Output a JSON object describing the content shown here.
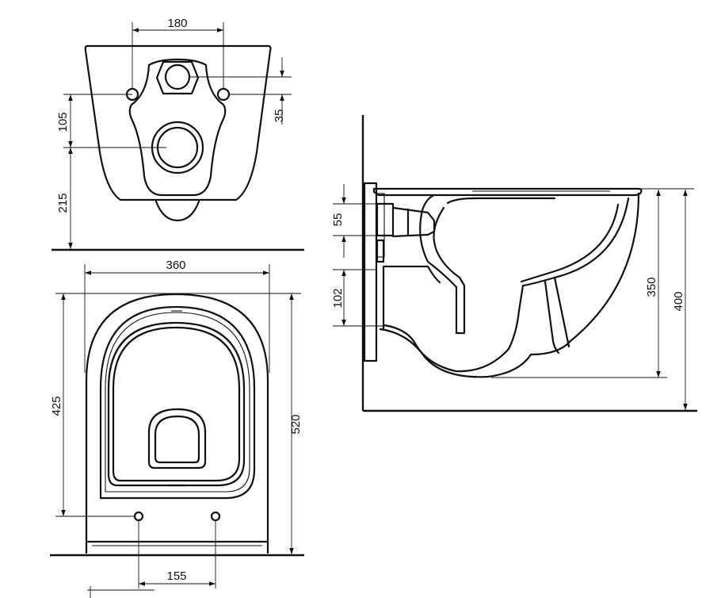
{
  "dimensions": {
    "top_view": {
      "bolt_spacing": "180",
      "outlet_from_bolts": "105",
      "outlet_height_from_floor": "215",
      "inlet_offset": "35"
    },
    "bottom_view": {
      "overall_width": "360",
      "seat_length": "425",
      "overall_length": "520",
      "bolt_spacing": "155"
    },
    "side_view": {
      "inlet_height": "55",
      "outlet_height": "102",
      "rim_height": "350",
      "overall_height": "400"
    }
  }
}
